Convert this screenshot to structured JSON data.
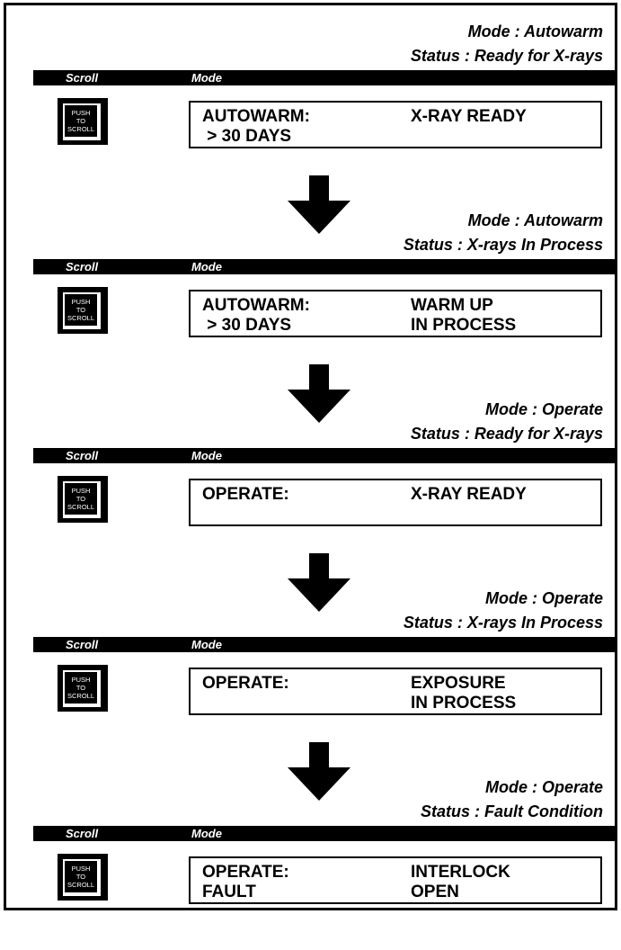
{
  "header": {
    "scroll_label": "Scroll",
    "mode_label": "Mode"
  },
  "button": {
    "line1": "PUSH",
    "line2": "TO",
    "line3": "SCROLL"
  },
  "panels": [
    {
      "mode": "Mode : Autowarm",
      "status": "Status : Ready for X-rays",
      "display": {
        "left1": "AUTOWARM:",
        "left2": " > 30 DAYS",
        "right1": "X-RAY READY",
        "right2": ""
      }
    },
    {
      "mode": "Mode : Autowarm",
      "status": "Status : X-rays In Process",
      "display": {
        "left1": "AUTOWARM:",
        "left2": " > 30 DAYS",
        "right1": "WARM UP",
        "right2": "IN PROCESS"
      }
    },
    {
      "mode": "Mode : Operate",
      "status": "Status : Ready for X-rays",
      "display": {
        "left1": "OPERATE:",
        "left2": "",
        "right1": "X-RAY READY",
        "right2": ""
      }
    },
    {
      "mode": "Mode : Operate",
      "status": "Status : X-rays In Process",
      "display": {
        "left1": "OPERATE:",
        "left2": "",
        "right1": "EXPOSURE",
        "right2": "IN PROCESS"
      }
    },
    {
      "mode": "Mode : Operate",
      "status": "Status : Fault Condition",
      "display": {
        "left1": "OPERATE:",
        "left2": "FAULT",
        "right1": "INTERLOCK",
        "right2": "OPEN"
      }
    }
  ]
}
